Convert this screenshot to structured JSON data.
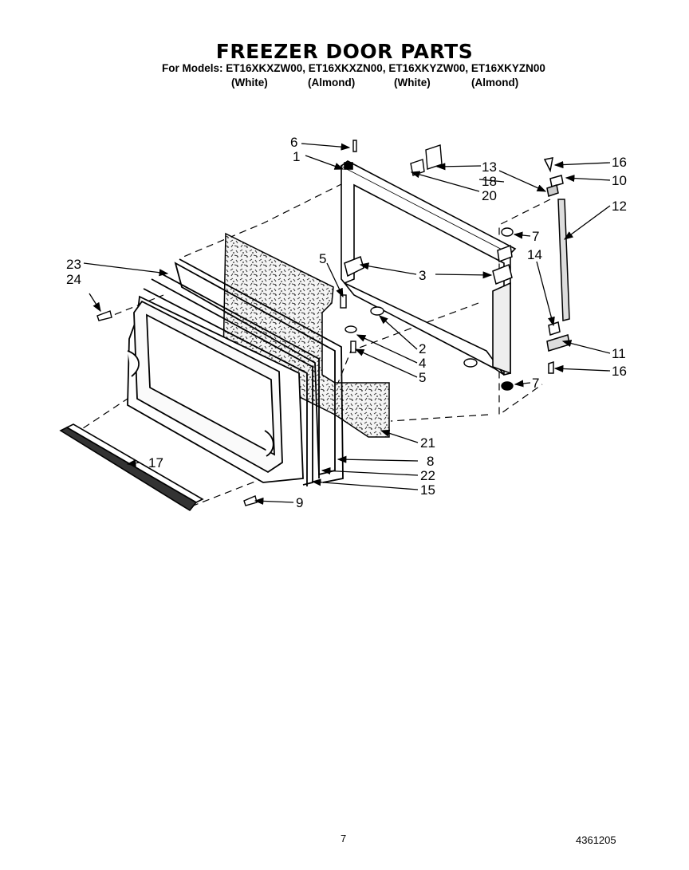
{
  "header": {
    "title": "FREEZER DOOR PARTS",
    "models_line": "For Models: ET16XKXZW00, ET16XKXZN00, ET16XKYZW00,  ET16XKYZN00",
    "colors": [
      "(White)",
      "(Almond)",
      "(White)",
      "(Almond)"
    ]
  },
  "callouts": {
    "c1": "1",
    "c2": "2",
    "c3": "3",
    "c4": "4",
    "c5a": "5",
    "c5b": "5",
    "c6": "6",
    "c7a": "7",
    "c7b": "7",
    "c8": "8",
    "c9": "9",
    "c10": "10",
    "c11": "11",
    "c12": "12",
    "c13": "13",
    "c14": "14",
    "c15": "15",
    "c16a": "16",
    "c16b": "16",
    "c17": "17",
    "c18": "18",
    "c20": "20",
    "c21": "21",
    "c22": "22",
    "c23": "23",
    "c24": "24"
  },
  "footer": {
    "page": "7",
    "part_number": "4361205"
  }
}
